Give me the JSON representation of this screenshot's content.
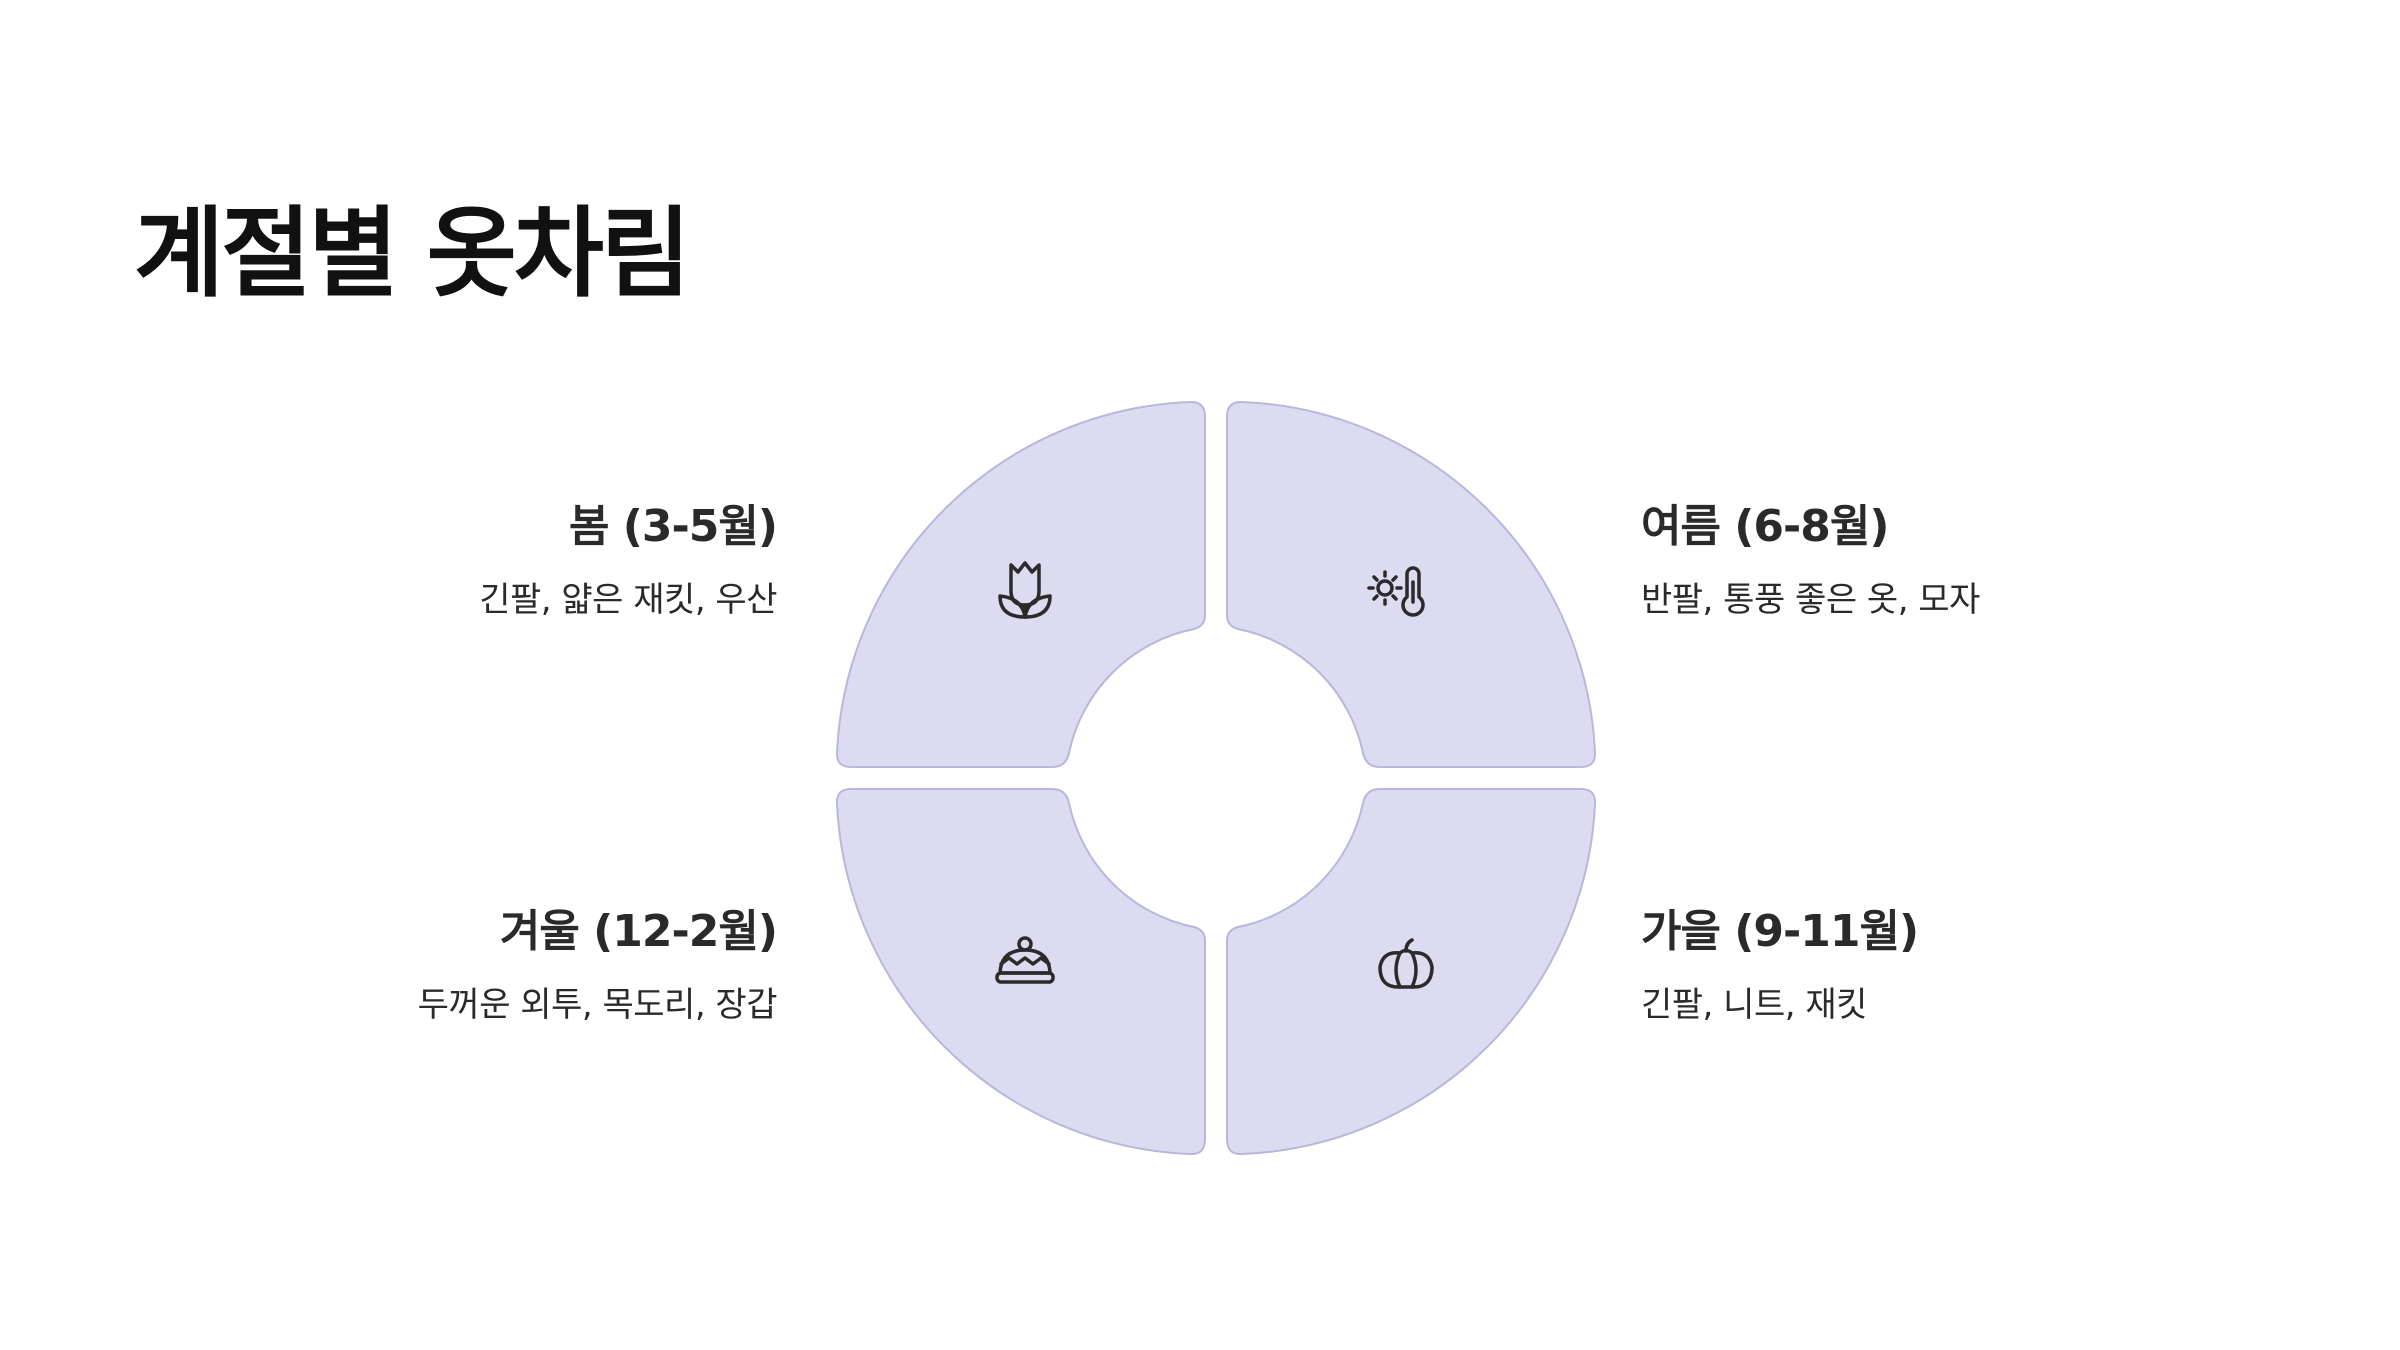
{
  "title": "계절별 옷차림",
  "colors": {
    "segment_fill": "#dcdbf0",
    "segment_stroke": "#b9b7dc",
    "icon_stroke": "#2b2b2b",
    "text": "#2a2a2a"
  },
  "seasons": [
    {
      "key": "spring",
      "title": "봄 (3-5월)",
      "description": "긴팔, 얇은 재킷, 우산",
      "icon": "tulip-icon"
    },
    {
      "key": "summer",
      "title": "여름 (6-8월)",
      "description": "반팔, 통풍 좋은 옷, 모자",
      "icon": "sun-thermometer-icon"
    },
    {
      "key": "winter",
      "title": "겨울 (12-2월)",
      "description": "두꺼운 외투, 목도리, 장갑",
      "icon": "beanie-hat-icon"
    },
    {
      "key": "autumn",
      "title": "가을 (9-11월)",
      "description": "긴팔, 니트, 재킷",
      "icon": "pumpkin-icon"
    }
  ]
}
